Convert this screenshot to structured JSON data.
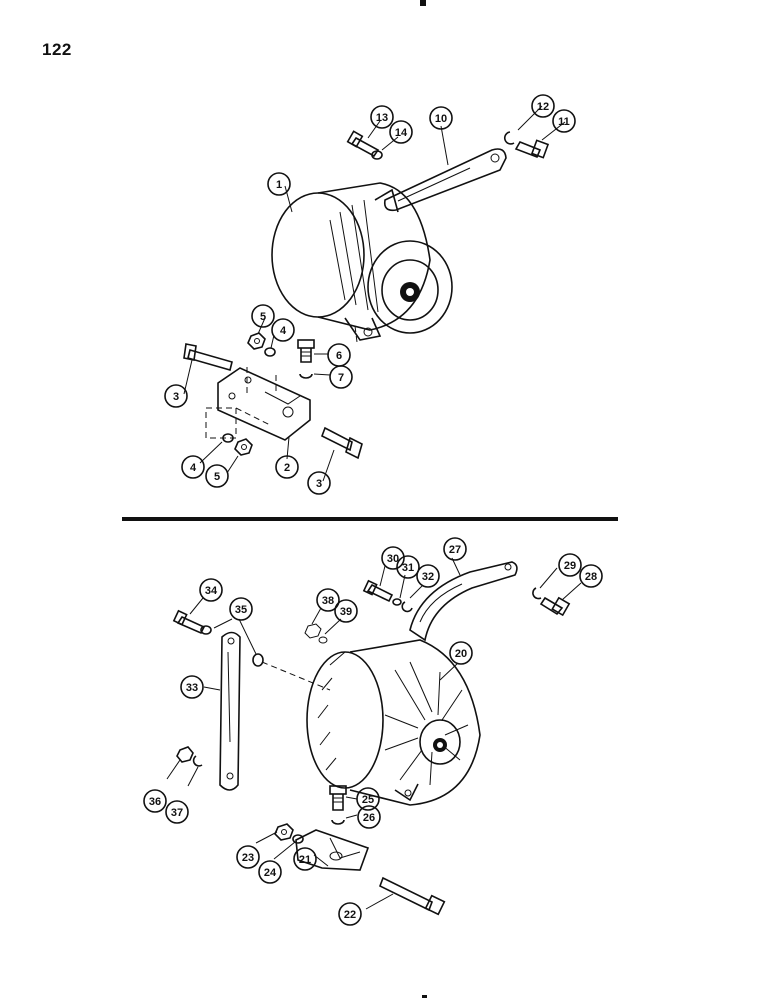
{
  "page_number": "122",
  "callouts": [
    "1",
    "2",
    "3",
    "3",
    "4",
    "4",
    "5",
    "5",
    "6",
    "7",
    "10",
    "11",
    "12",
    "13",
    "14",
    "20",
    "21",
    "22",
    "23",
    "24",
    "25",
    "26",
    "27",
    "28",
    "29",
    "30",
    "31",
    "32",
    "33",
    "34",
    "35",
    "35",
    "36",
    "37",
    "38",
    "39"
  ]
}
